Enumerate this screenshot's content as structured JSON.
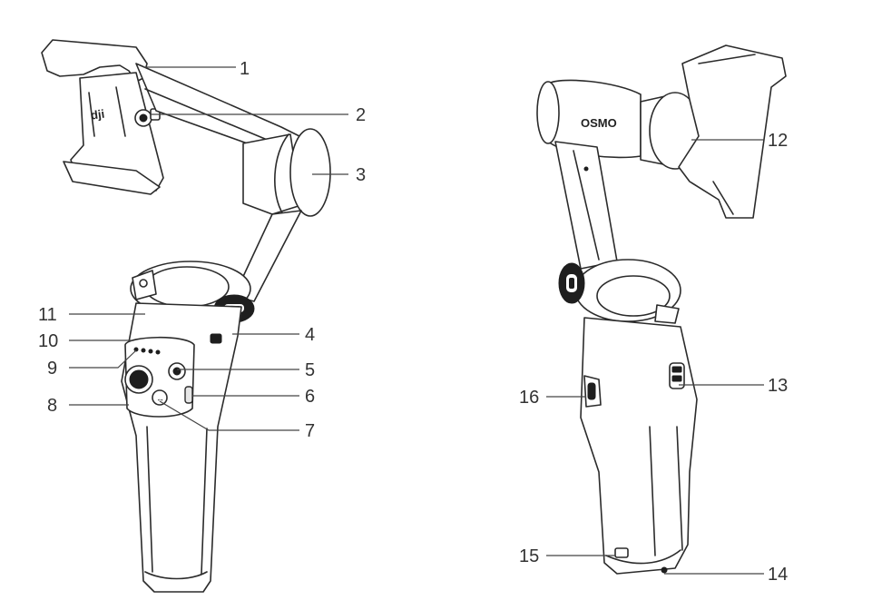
{
  "figure": {
    "logo_text": "dji",
    "brand_text": "OSMO",
    "left_view": {
      "callouts": [
        "1",
        "2",
        "3",
        "4",
        "5",
        "6",
        "7",
        "8",
        "9",
        "10",
        "11"
      ]
    },
    "right_view": {
      "callouts": [
        "12",
        "13",
        "14",
        "15",
        "16"
      ]
    }
  },
  "colors": {
    "line": "#2b2b2b",
    "label": "#333333",
    "background": "#ffffff"
  }
}
